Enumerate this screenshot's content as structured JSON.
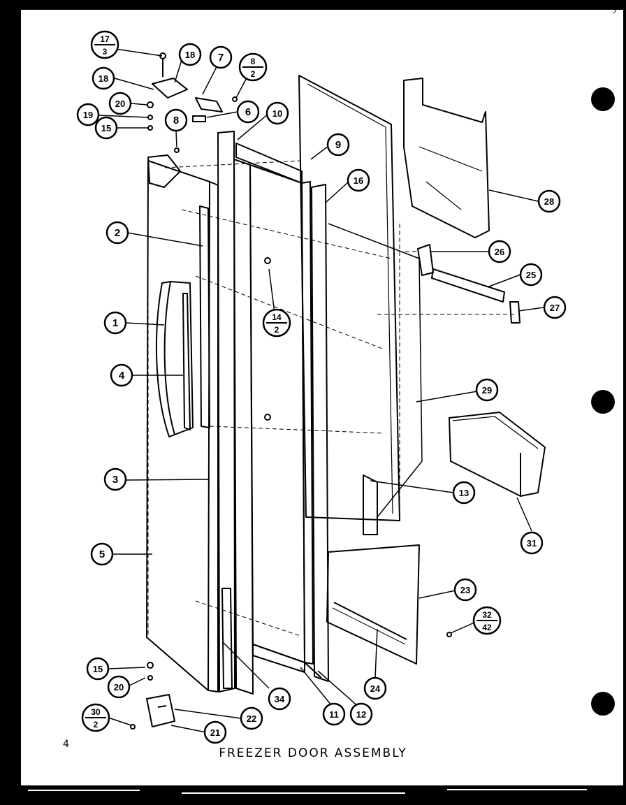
{
  "diagram": {
    "title": "FREEZER DOOR ASSEMBLY",
    "page_number": "4",
    "corner_mark": "5",
    "callouts": [
      {
        "id": "c-17-3",
        "top": "17",
        "bottom": "3"
      },
      {
        "id": "c-18a",
        "label": "18"
      },
      {
        "id": "c-7",
        "label": "7"
      },
      {
        "id": "c-8-2",
        "top": "8",
        "bottom": "2"
      },
      {
        "id": "c-18b",
        "label": "18"
      },
      {
        "id": "c-20a",
        "label": "20"
      },
      {
        "id": "c-19",
        "label": "19"
      },
      {
        "id": "c-15a",
        "label": "15"
      },
      {
        "id": "c-8",
        "label": "8"
      },
      {
        "id": "c-6",
        "label": "6"
      },
      {
        "id": "c-10",
        "label": "10"
      },
      {
        "id": "c-9",
        "label": "9"
      },
      {
        "id": "c-16",
        "label": "16"
      },
      {
        "id": "c-28",
        "label": "28"
      },
      {
        "id": "c-2",
        "label": "2"
      },
      {
        "id": "c-26",
        "label": "26"
      },
      {
        "id": "c-25",
        "label": "25"
      },
      {
        "id": "c-14-2",
        "top": "14",
        "bottom": "2"
      },
      {
        "id": "c-27",
        "label": "27"
      },
      {
        "id": "c-1",
        "label": "1"
      },
      {
        "id": "c-4",
        "label": "4"
      },
      {
        "id": "c-29",
        "label": "29"
      },
      {
        "id": "c-3",
        "label": "3"
      },
      {
        "id": "c-13",
        "label": "13"
      },
      {
        "id": "c-31",
        "label": "31"
      },
      {
        "id": "c-5",
        "label": "5"
      },
      {
        "id": "c-23",
        "label": "23"
      },
      {
        "id": "c-32-42",
        "top": "32",
        "bottom": "42"
      },
      {
        "id": "c-15b",
        "label": "15"
      },
      {
        "id": "c-20b",
        "label": "20"
      },
      {
        "id": "c-34",
        "label": "34"
      },
      {
        "id": "c-24",
        "label": "24"
      },
      {
        "id": "c-22",
        "label": "22"
      },
      {
        "id": "c-11",
        "label": "11"
      },
      {
        "id": "c-12",
        "label": "12"
      },
      {
        "id": "c-30-2",
        "top": "30",
        "bottom": "2"
      },
      {
        "id": "c-21",
        "label": "21"
      }
    ]
  }
}
